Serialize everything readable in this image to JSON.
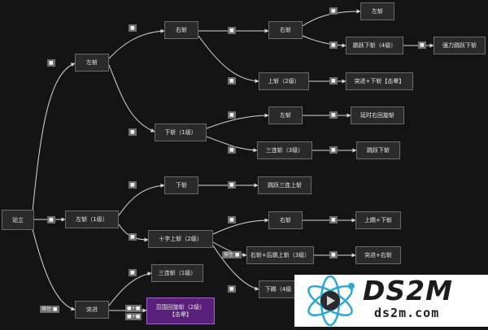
{
  "nodes": {
    "stand": "站立",
    "left_slash_root": "左斩",
    "right_slash_1": "右斩",
    "right_slash_2": "右斩",
    "left_slash_end": "左斩",
    "jump_down_4": "跳跃下斩（4级）",
    "strong_jump_down": "强力跳跃下斩",
    "up_slash_2": "上斩（2级）",
    "dash_down_stun": "突进+下斩【击晕】",
    "down_slash_1": "下斩（1级）",
    "left_slash_b": "左斩",
    "delayed_right_spin": "延时右回旋斩",
    "triple_slash_3": "三连斩（3级）",
    "jump_down_slash": "跳跃下斩",
    "down_slash_mid": "下斩",
    "jump_triple_up": "跳跃三连上斩",
    "left_slash_1": "左斩（1级）",
    "cross_up_2": "十字上斩（2级）",
    "right_slash_c": "右斩",
    "up_down_slash": "上踢+下斩",
    "right_back_up_3": "右斩+后跳上斩（3级）",
    "dash_right": "突进+右斩",
    "down_kick_4": "下踢（4级",
    "dash": "突进",
    "triple_slash_1": "三连斩（1级）",
    "range_spin_line1": "范围回旋斩（2级）",
    "range_spin_line2": "【击晕】"
  },
  "edge_labels": {
    "l_left": "■",
    "l_left_slash_1": "■",
    "l_hold": "按住 ■",
    "l_r1": "■",
    "l_r2": "■",
    "l_r3": "■",
    "l_r4": "■",
    "l_r5": "■",
    "l_r6": "■",
    "l_r7": "■",
    "l_d1": "■",
    "l_d2": "■",
    "l_d3": "■",
    "l_d4": "■",
    "l_d5": "■",
    "l_m1": "■",
    "l_m2": "■",
    "l_m3": "■",
    "l_m4": "■",
    "l_m5": "■",
    "l_hold2": "按住 ■",
    "l_m6": "■",
    "l_m7": "■",
    "l_t1": "■",
    "l_p1": "■+■",
    "l_p2": "■+■"
  },
  "watermark": {
    "title": "DS2M",
    "url": "ds2m.com"
  },
  "colors": {
    "background": "#141414",
    "node_fill": "#2a2a2a",
    "node_border": "#6a6a6a",
    "highlight_node": "#5a1f7a",
    "edge": "#d8d8d8",
    "label_bg": "#6e6e6e"
  }
}
